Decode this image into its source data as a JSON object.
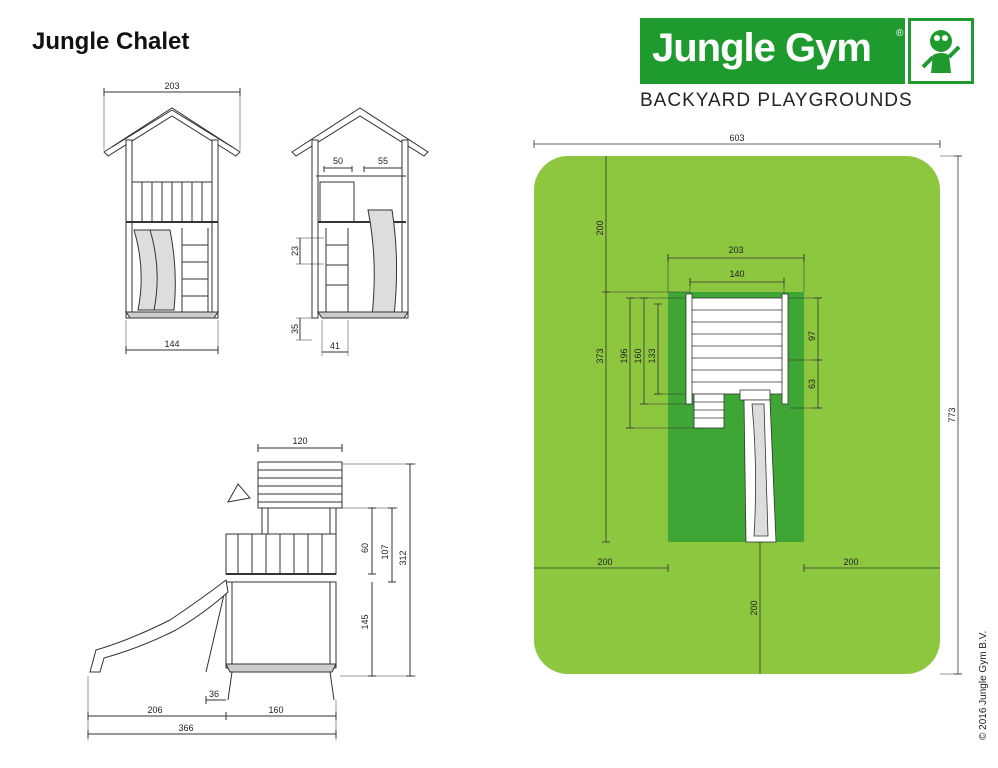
{
  "title": "Jungle Chalet",
  "brand": {
    "name": "Jungle Gym",
    "registered": "®",
    "tagline": "BACKYARD PLAYGROUNDS",
    "green": "#1e9a2f"
  },
  "copyright": "© 2016  Jungle Gym  B.V.",
  "colors": {
    "safety_zone": "#8dc63f",
    "footprint_zone": "#3fa535",
    "line": "#333333"
  },
  "front_view": {
    "width_top": "203",
    "width_bottom": "144"
  },
  "side_view": {
    "dim_a": "50",
    "dim_b": "55",
    "dim_c": "23",
    "dim_d": "35",
    "dim_e": "41"
  },
  "elevation": {
    "roof_width": "120",
    "rail_height": "60",
    "platform_to_top_rail": "107",
    "total_height": "312",
    "deck_height": "145",
    "slide_reach": "206",
    "ladder_offset": "36",
    "base_width": "160",
    "total_length": "366"
  },
  "plan": {
    "zone_width": "603",
    "zone_depth": "773",
    "clear_back": "200",
    "clear_left": "200",
    "clear_right": "200",
    "clear_front": "200",
    "frame_outer": "203",
    "frame_inner": "140",
    "depth_total": "373",
    "depth_196": "196",
    "depth_160": "160",
    "depth_133": "133",
    "right_97": "97",
    "right_63": "63"
  }
}
